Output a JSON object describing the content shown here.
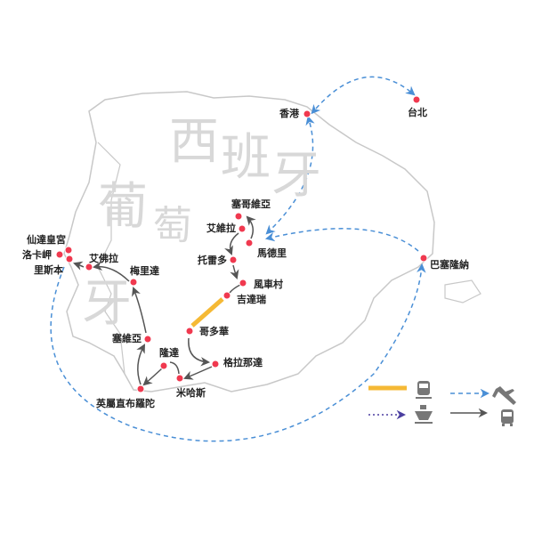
{
  "watermark": {
    "spain": [
      "西",
      "班",
      "牙"
    ],
    "portugal": [
      "葡",
      "萄",
      "牙"
    ]
  },
  "cities": {
    "hongkong": "香港",
    "taipei": "台北",
    "segovia": "塞哥維亞",
    "avila": "艾維拉",
    "madrid": "馬德里",
    "toledo": "托雷多",
    "windmill": "風車村",
    "consuegra": "吉達瑞",
    "cordoba": "哥多華",
    "granada": "格拉那達",
    "mijas": "米哈斯",
    "ronda": "隆達",
    "gibraltar": "英屬直布羅陀",
    "seville": "塞維亞",
    "merida": "梅里達",
    "evora": "艾佛拉",
    "lisbon": "里斯本",
    "cabo_da_roca": "洛卡岬",
    "sintra": "仙達皇宮",
    "barcelona": "巴塞隆納"
  },
  "legend": [
    {
      "mode": "train",
      "icon": "train-icon",
      "line": "solid-yellow",
      "color": "#f5b935"
    },
    {
      "mode": "flight",
      "icon": "plane-icon",
      "line": "dashed-blue-arrow",
      "color": "#3d86d0"
    },
    {
      "mode": "ship",
      "icon": "ship-icon",
      "line": "dotted-purple-arrow",
      "color": "#4b3fa0"
    },
    {
      "mode": "bus",
      "icon": "bus-icon",
      "line": "solid-dark-arrow",
      "color": "#555555"
    }
  ]
}
